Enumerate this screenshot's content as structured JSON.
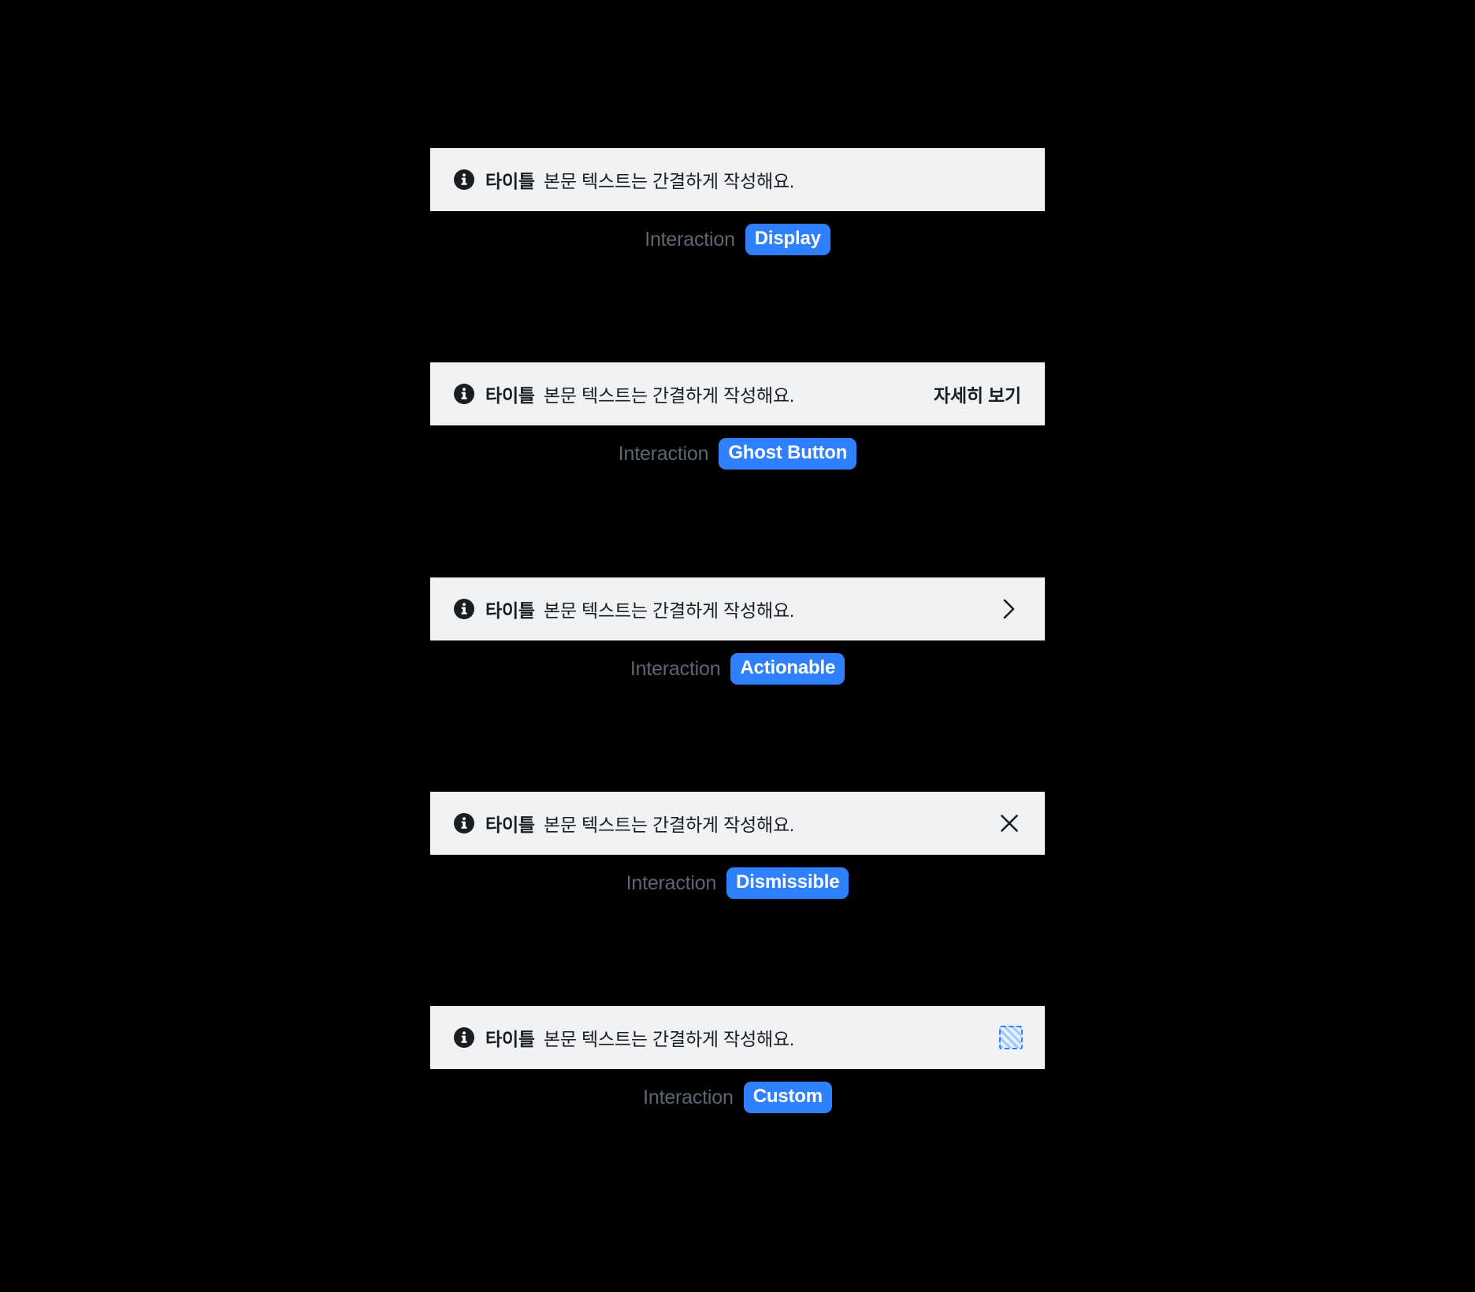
{
  "page": {
    "background_color": "#000000",
    "accent_color": "#2f80ff",
    "alert_background_color": "#f1f2f4",
    "alert_text_color": "#1a1d21",
    "caption_label_color": "#5c6674"
  },
  "caption_label": "Interaction",
  "specimens": [
    {
      "id": "display",
      "icon": "info-icon",
      "title": "타이틀",
      "body": "본문 텍스트는 간결하게 작성해요.",
      "trailing_type": "none",
      "trailing_label": "",
      "badge": "Display"
    },
    {
      "id": "ghost-button",
      "icon": "info-icon",
      "title": "타이틀",
      "body": "본문 텍스트는 간결하게 작성해요.",
      "trailing_type": "ghost-button",
      "trailing_label": "자세히 보기",
      "badge": "Ghost Button"
    },
    {
      "id": "actionable",
      "icon": "info-icon",
      "title": "타이틀",
      "body": "본문 텍스트는 간결하게 작성해요.",
      "trailing_type": "chevron-right-icon",
      "trailing_label": "",
      "badge": "Actionable"
    },
    {
      "id": "dismissible",
      "icon": "info-icon",
      "title": "타이틀",
      "body": "본문 텍스트는 간결하게 작성해요.",
      "trailing_type": "close-icon",
      "trailing_label": "",
      "badge": "Dismissible"
    },
    {
      "id": "custom",
      "icon": "info-icon",
      "title": "타이틀",
      "body": "본문 텍스트는 간결하게 작성해요.",
      "trailing_type": "custom-slot",
      "trailing_label": "",
      "badge": "Custom"
    }
  ]
}
